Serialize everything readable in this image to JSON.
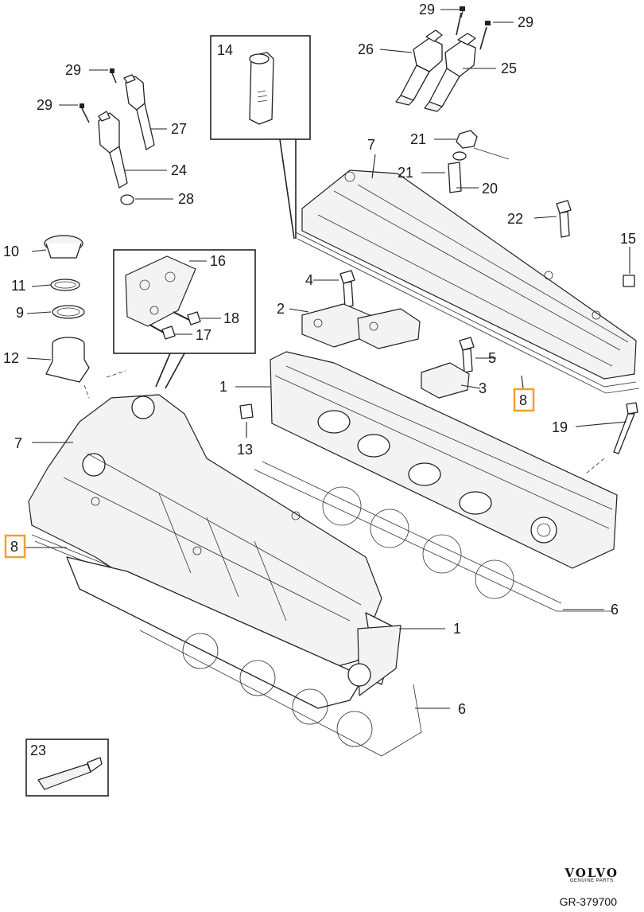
{
  "callouts": {
    "c29a": "29",
    "c29b": "29",
    "c29c": "29",
    "c29d": "29",
    "c26": "26",
    "c25": "25",
    "c27": "27",
    "c24": "24",
    "c28": "28",
    "c14": "14",
    "c21a": "21",
    "c21b": "21",
    "c20": "20",
    "c7a": "7",
    "c22": "22",
    "c15": "15",
    "c10": "10",
    "c11": "11",
    "c9": "9",
    "c12": "12",
    "c16": "16",
    "c18": "18",
    "c17": "17",
    "c4": "4",
    "c2": "2",
    "c5": "5",
    "c3": "3",
    "c8a": "8",
    "c1a": "1",
    "c13": "13",
    "c19": "19",
    "c7b": "7",
    "c8b": "8",
    "c6a": "6",
    "c1b": "1",
    "c6b": "6",
    "c23": "23"
  },
  "highlight_color": "#f0a030",
  "brand": {
    "name": "VOLVO",
    "tagline": "GENUINE PARTS",
    "reference": "GR-379700"
  }
}
